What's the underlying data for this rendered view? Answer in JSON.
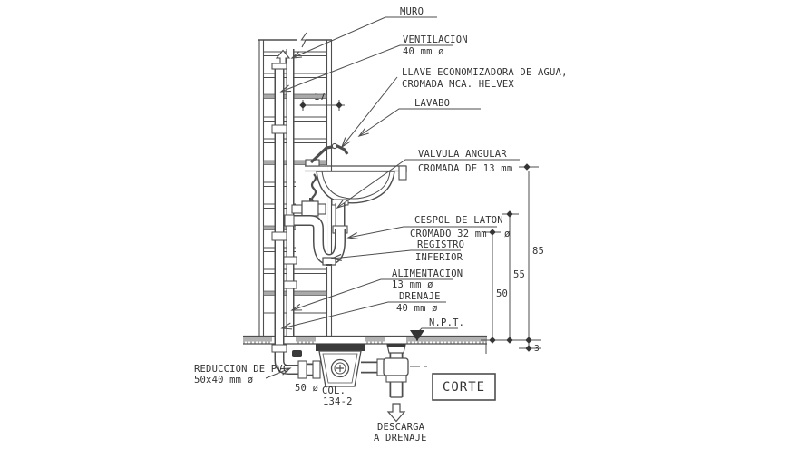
{
  "meta": {
    "drawing_type": "plumbing lavatory section detail",
    "language": "es"
  },
  "labels": {
    "muro": "MURO",
    "ventilacion_line1": "VENTILACION",
    "ventilacion_line2": "40 mm ø",
    "llave_line1": "LLAVE ECONOMIZADORA DE AGUA,",
    "llave_line2": "CROMADA MCA. HELVEX",
    "lavabo": "LAVABO",
    "valvula_line1": "VALVULA ANGULAR",
    "valvula_line2": "CROMADA DE 13 mm",
    "cespol_line1": "CESPOL DE LATON",
    "cespol_line2": "CROMADO 32 mm",
    "cespol_diam": "ø",
    "registro_line1": "REGISTRO",
    "registro_line2": "INFERIOR",
    "alimentacion_line1": "ALIMENTACION",
    "alimentacion_line2": "13 mm ø",
    "drenaje_line1": "DRENAJE",
    "drenaje_line2": "40 mm ø",
    "npt": "N.P.T.",
    "reduccion_line1": "REDUCCION DE PVC",
    "reduccion_line2": "50x40 mm ø",
    "pipe_50": "50 ø",
    "col_line1": "COL.",
    "col_line2": "134-2",
    "corte": "CORTE",
    "descarga_line1": "DESCARGA",
    "descarga_line2": "A DRENAJE"
  },
  "dimensions": {
    "wall_offset": "17",
    "valve_height": "85",
    "trap_height": "55",
    "drain_height": "50",
    "slab_thickness": "3"
  },
  "colors": {
    "line": "#4e4e4e",
    "text": "#333333",
    "background": "#ffffff"
  }
}
